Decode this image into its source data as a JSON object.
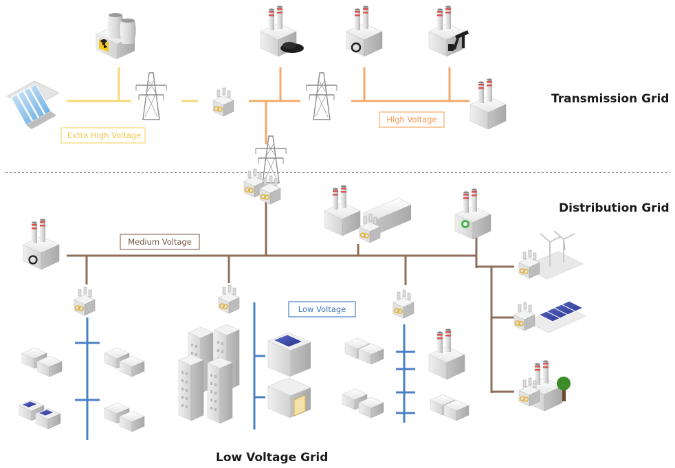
{
  "sections": {
    "transmission": "Transmission Grid",
    "distribution": "Distribution Grid",
    "low_voltage": "Low Voltage Grid"
  },
  "voltage_labels": {
    "extra_high": "Extra High Voltage",
    "high": "High Voltage",
    "medium": "Medium Voltage",
    "low": "Low Voltage"
  },
  "colors": {
    "extra_high": "#f7d774",
    "high": "#f4a96a",
    "medium": "#8c6e5a",
    "low": "#4a7fc4",
    "separator": "#555555"
  }
}
